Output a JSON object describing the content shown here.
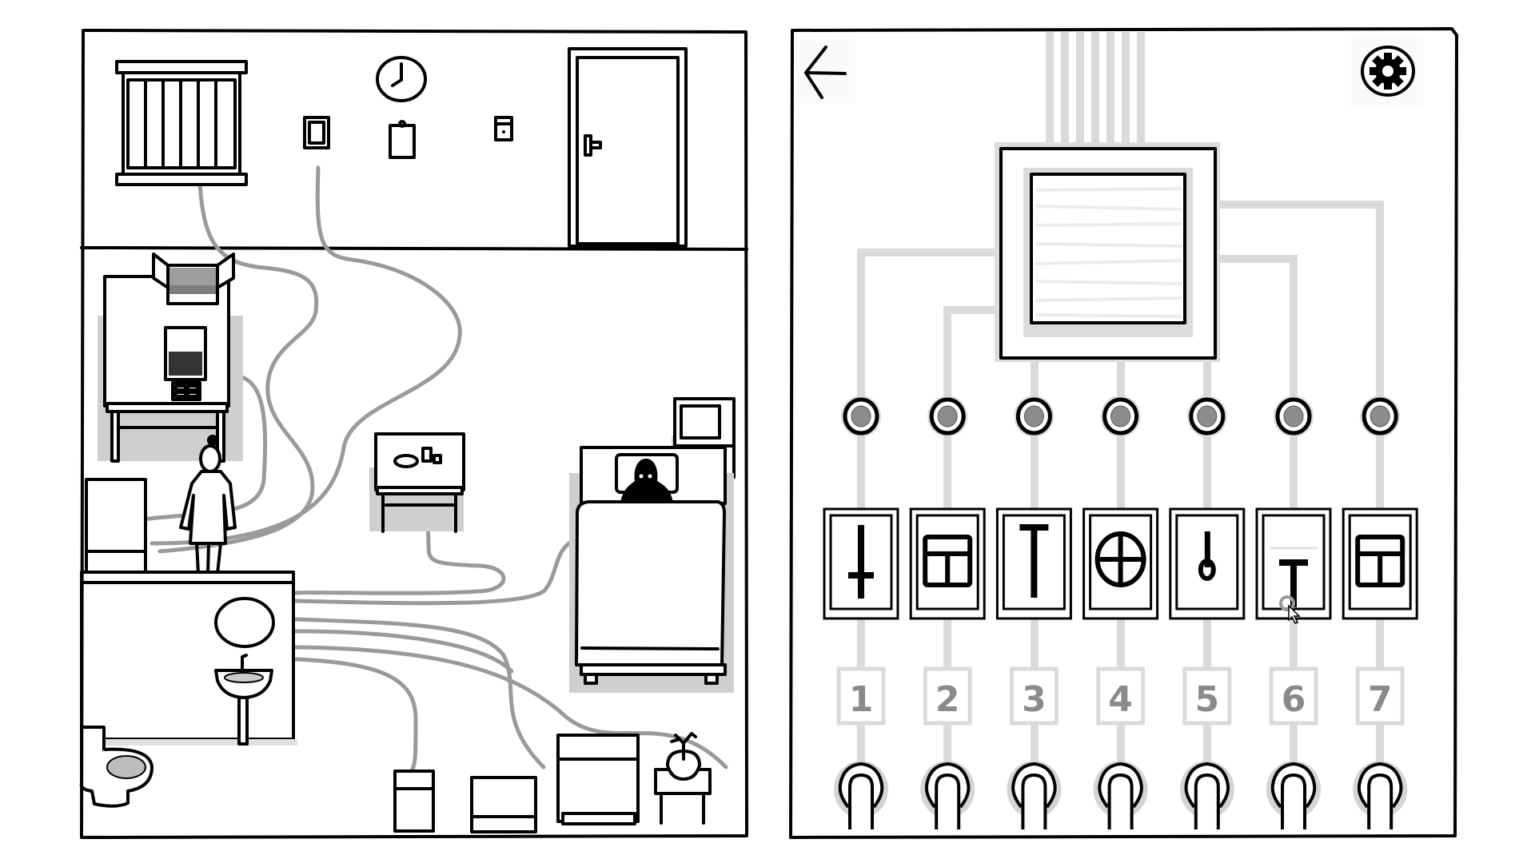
{
  "game": {
    "left_panel": {
      "name": "room-map",
      "objects": [
        "window",
        "clock",
        "light-switch",
        "clipboard",
        "door-keypad",
        "door",
        "cabinet-with-box",
        "monitor",
        "woman-character",
        "dresser",
        "table-with-dishes",
        "bed-with-shadow-person",
        "nightstand-frame",
        "bathroom-counter",
        "mirror",
        "sink",
        "toilet",
        "small-fridge",
        "box-cabinet",
        "wardrobe",
        "potted-plant-stool"
      ]
    },
    "right_panel": {
      "back_icon": "arrow-left-icon",
      "settings_icon": "gear-icon",
      "chip_label": "",
      "slots": [
        {
          "number": "1",
          "rune": "dagger"
        },
        {
          "number": "2",
          "rune": "window-grid"
        },
        {
          "number": "3",
          "rune": "tall-t"
        },
        {
          "number": "4",
          "rune": "circle-cross"
        },
        {
          "number": "5",
          "rune": "key-loop"
        },
        {
          "number": "6",
          "rune": "short-t"
        },
        {
          "number": "7",
          "rune": "window-grid"
        }
      ]
    },
    "colors": {
      "ink": "#000000",
      "trace": "#dadada",
      "wire": "#9a9a9a",
      "led": "#8c8c8c",
      "number": "#8a8a8a"
    }
  }
}
